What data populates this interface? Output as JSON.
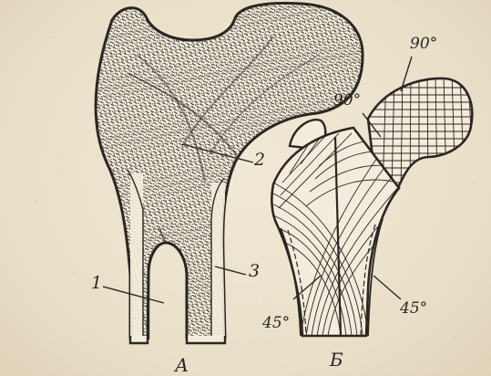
{
  "panel_a": {
    "caption": "А",
    "labels": {
      "one": "1",
      "two": "2",
      "three": "3"
    }
  },
  "panel_b": {
    "caption": "Б",
    "angles": {
      "top": "90°",
      "mid": "90°",
      "left": "45°",
      "right": "45°"
    }
  },
  "colors": {
    "paper": "#ece3cf",
    "ink": "#2b2622",
    "bone": "#f3ecdc"
  }
}
